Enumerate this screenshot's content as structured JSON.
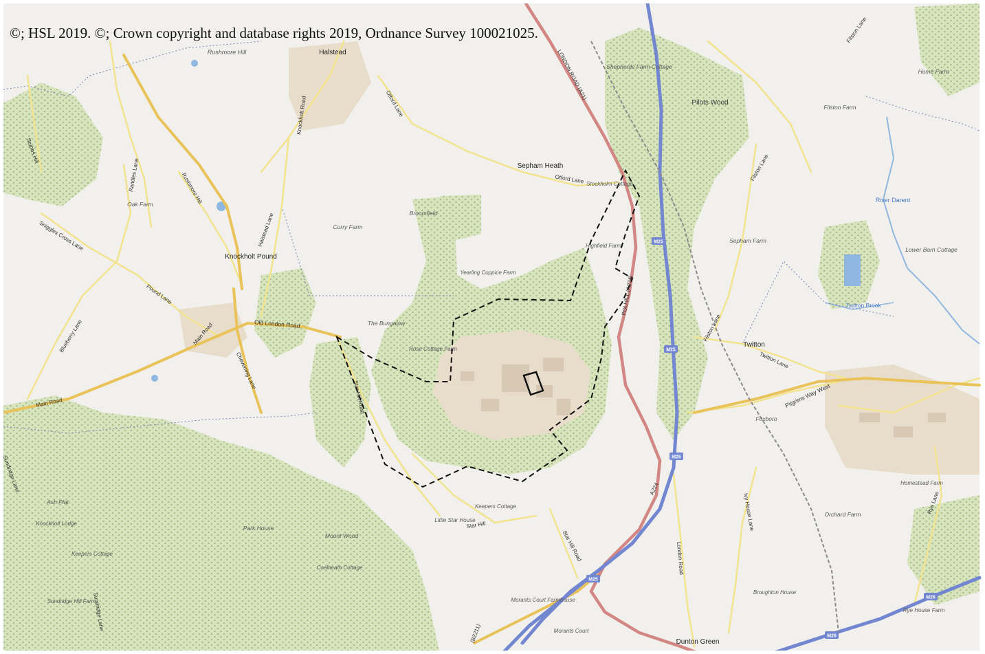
{
  "copyright": "©; HSL 2019. ©; Crown copyright and database rights 2019, Ordnance Survey 100021025.",
  "colors": {
    "land": "#f1f0ec",
    "woodland": "#d7e4bd",
    "tree_dots": "#a9c08a",
    "urban": "#e8dccb",
    "building": "#d8c9b4",
    "motorway": "#7387d1",
    "trunk_road": "#d28784",
    "a_road": "#e9c35a",
    "minor_road": "#f3e38f",
    "water": "#8fb7df",
    "boundary": "#7a7fb7",
    "consultation_zone": "#111111"
  },
  "map": {
    "place_labels": {
      "halstead": "Halstead",
      "rushmore_hill": "Rushmore Hill",
      "shepherds_farm_cottage": "Shepherds Farm Cottage",
      "pilots_wood": "Pilots Wood",
      "filston_farm": "Filston Farm",
      "home_farm": "Home Farm",
      "sepham_heath": "Sepham Heath",
      "stockholm_cottage": "Stockholm Cottage",
      "oak_farm": "Oak Farm",
      "bromfield": "Broomfield",
      "curry_farm": "Curry Farm",
      "knockholt_pound": "Knockholt Pound",
      "highfield_farm": "Highfield Farm",
      "yearling_coppice_farm": "Yearling Coppice Farm",
      "river_darent": "River Darent",
      "sepham_farm": "Sepham Farm",
      "lower_barn_cottage": "Lower Barn Cottage",
      "twitton_brook": "Twitton Brook",
      "the_bungalow": "The Bungalow",
      "rose_cottage_farm": "Rose Cottage Farm",
      "twitton": "Twitton",
      "foxboro": "Foxboro",
      "ash_plat": "Ash Plat",
      "knockholt_lodge": "Knockholt Lodge",
      "park_house": "Park House",
      "keepers_cottage_w": "Keepers Cottage",
      "keepers_cottage_c": "Keepers Cottage",
      "little_star_house": "Little Star House",
      "mount_wood": "Mount Wood",
      "coalheath_cottage": "Coalheath Cottage",
      "sundridge_hill_farm": "Sundridge Hill Farm",
      "orchard_farm": "Orchard Farm",
      "homestead_farm": "Homestead Farm",
      "broughton_house": "Broughton House",
      "morants_court_farmhouse": "Morants Court Farmhouse",
      "morants_court": "Morants Court",
      "rye_house_farm": "Rye House Farm",
      "dunton_green": "Dunton Green"
    },
    "road_labels": {
      "london_road_a21_n": "LONDON ROAD (A21)",
      "otford_lane_n": "Otford Lane",
      "knockholt_road": "Knockholt Road",
      "filston_lane_ne": "Filston Lane",
      "filston_lane_mid": "Filston Lane",
      "filston_lane_s": "Filston Lane",
      "otford_lane_s": "Otford Lane",
      "stubbs_hill": "Stubbs Hill",
      "randles_lane": "Randles Lane",
      "rushmore_hill_road": "Rushmore Hill",
      "sniggles_cross_lane": "Sniggles Cross Lane",
      "halstead_lane": "Halstead Lane",
      "pound_lane": "Pound Lane",
      "old_london_road": "Old London Road",
      "main_road_c": "Main Road",
      "main_road_w": "Main Road",
      "blueberry_lane": "Blueberry Lane",
      "chevening_lane": "Chevening Lane",
      "star_hill_road_n": "Star Hill Road",
      "star_hill_road_s": "Star Hill Road",
      "star_hill": "Star Hill",
      "polhill_a224": "POLHILL (A224)",
      "twitton_lane": "Twitton Lane",
      "pilgrims_way_west": "Pilgrims Way West",
      "ivy_house_lane": "Ivy House Lane",
      "london_road_s": "London Road",
      "sundridge_lane": "Sundridge Lane",
      "rye_lane": "Rye Lane",
      "a224_s": "A224",
      "b2211": "(B2211)",
      "sundridge_road": "Sundridge Lane"
    },
    "shields": [
      "M25",
      "M25",
      "M25",
      "M25",
      "M26",
      "M26"
    ]
  }
}
